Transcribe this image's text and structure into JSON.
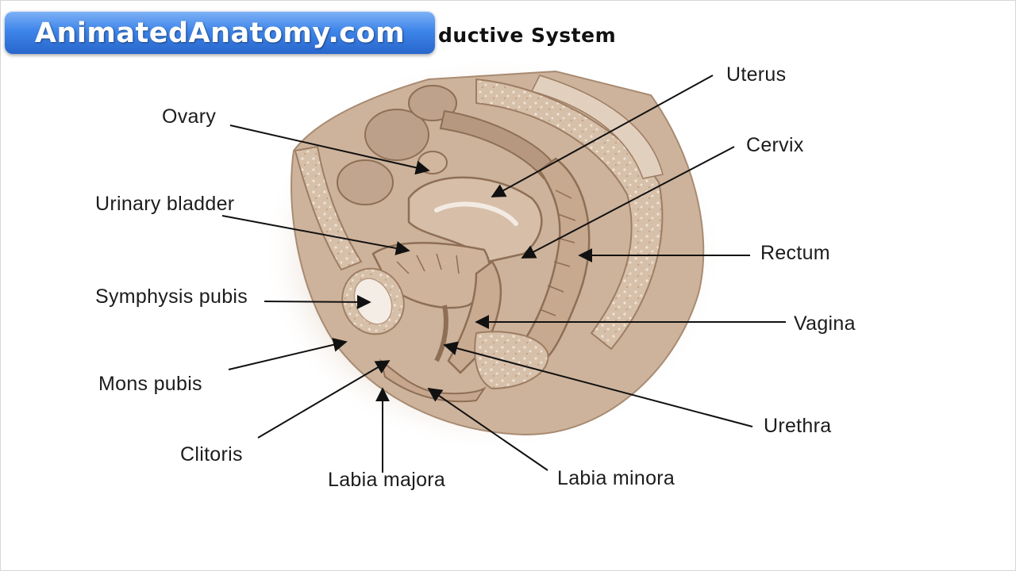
{
  "banner": {
    "text": "AnimatedAnatomy.com"
  },
  "diagram": {
    "title_fragment": "ductive System",
    "labels": {
      "uterus": "Uterus",
      "ovary": "Ovary",
      "cervix": "Cervix",
      "urinary_bladder": "Urinary bladder",
      "rectum": "Rectum",
      "symphysis_pubis": "Symphysis pubis",
      "vagina": "Vagina",
      "mons_pubis": "Mons pubis",
      "urethra": "Urethra",
      "clitoris": "Clitoris",
      "labia_majora": "Labia majora",
      "labia_minora": "Labia minora"
    }
  },
  "colors": {
    "tissue": "#c9ac92",
    "tissue_light": "#e6d6c6",
    "tissue_dark": "#9d7d63",
    "banner": "#3f86ea"
  }
}
